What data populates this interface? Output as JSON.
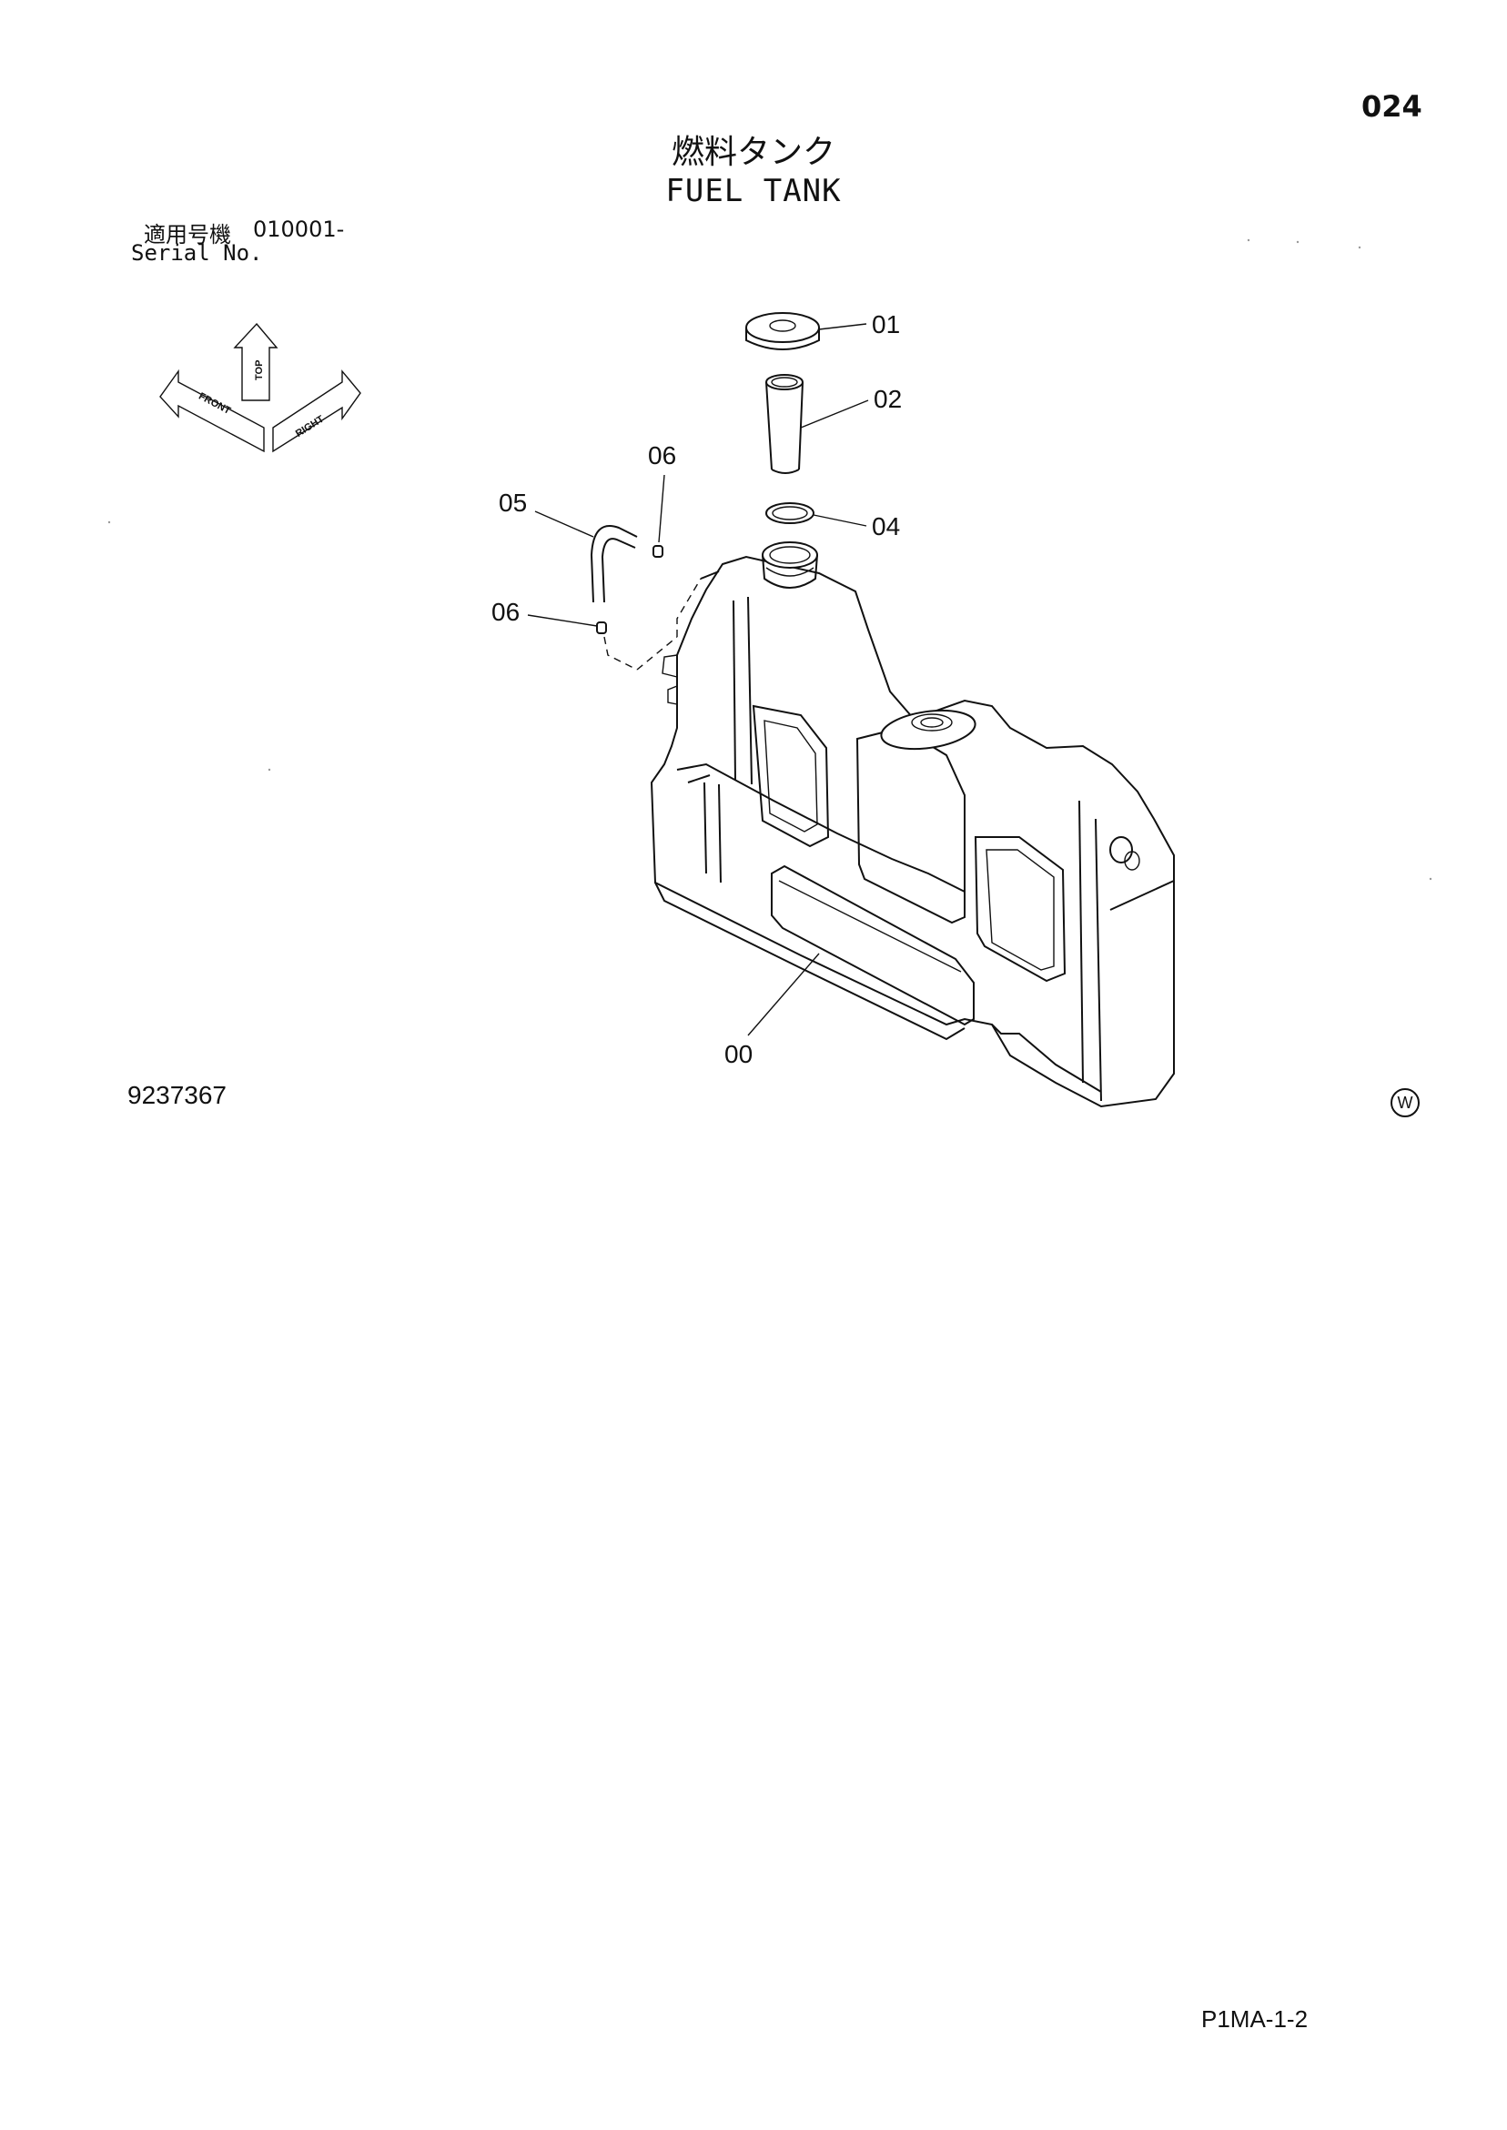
{
  "header": {
    "page_number": "024",
    "title_jp": "燃料タンク",
    "title_en": "FUEL TANK"
  },
  "serial": {
    "label_jp": "適用号機",
    "value": "010001-",
    "label_en": "Serial No."
  },
  "orientation": {
    "top": "TOP",
    "front": "FRONT",
    "right": "RIGHT"
  },
  "callouts": {
    "c00": "00",
    "c01": "01",
    "c02": "02",
    "c04": "04",
    "c05": "05",
    "c06a": "06",
    "c06b": "06"
  },
  "footer": {
    "drawing_number": "9237367",
    "w_mark": "W",
    "page_code": "P1MA-1-2"
  }
}
